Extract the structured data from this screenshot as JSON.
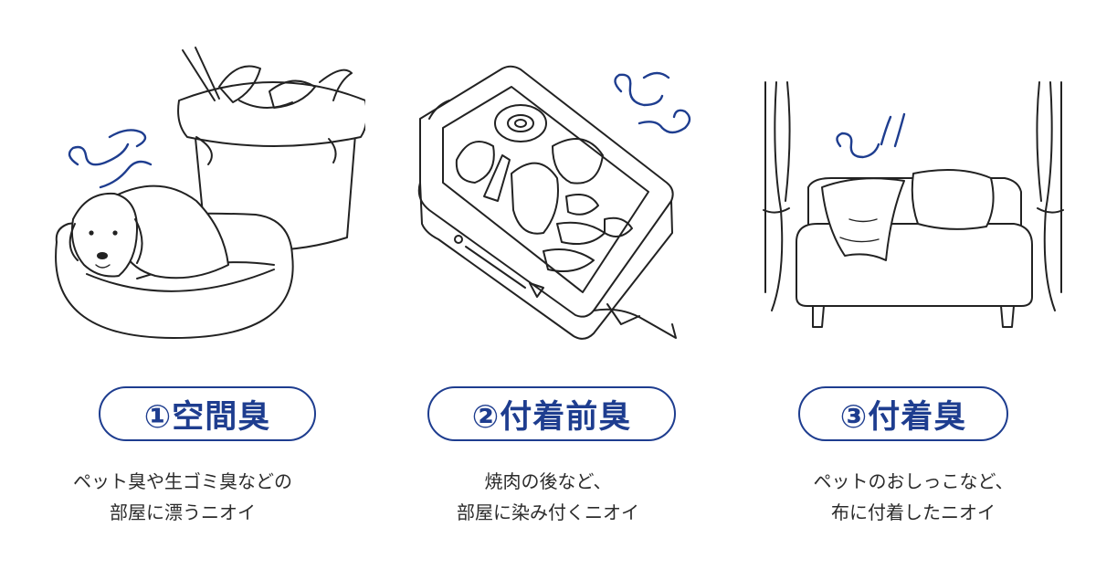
{
  "panels": [
    {
      "title": "①空間臭",
      "desc_line1": "ペット臭や生ゴミ臭などの",
      "desc_line2": "部屋に漂うニオイ"
    },
    {
      "title": "②付着前臭",
      "desc_line1": "焼肉の後など、",
      "desc_line2": "部屋に染み付くニオイ"
    },
    {
      "title": "③付着臭",
      "desc_line1": "ペットのおしっこなど、",
      "desc_line2": "布に付着したニオイ"
    }
  ],
  "colors": {
    "accent": "#1e3d8f",
    "text": "#2b2b2b",
    "background": "#ffffff"
  }
}
